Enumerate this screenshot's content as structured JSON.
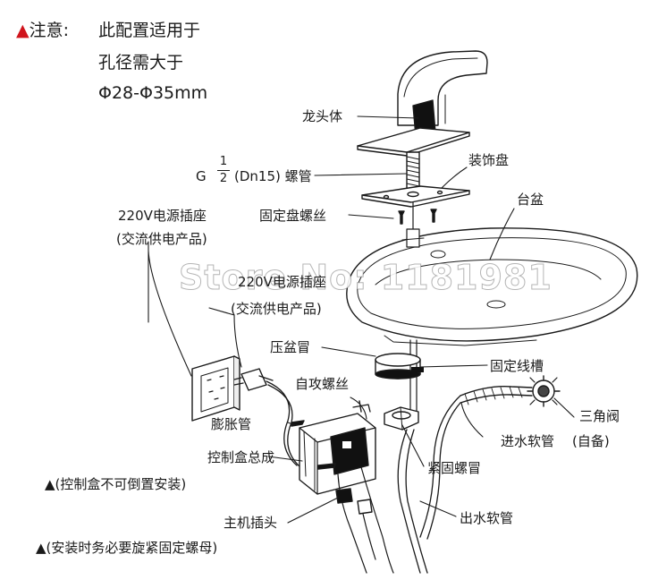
{
  "note": {
    "triangle": "▲",
    "label": "注意:",
    "line1": "此配置适用于",
    "line2": "孔径需大于",
    "line3": "Φ28-Φ35mm"
  },
  "labels": {
    "faucet_body": "龙头体",
    "thread_g": "G",
    "thread_num": "1",
    "thread_den": "2",
    "thread_rest": "(Dn15) 螺管",
    "decor_plate": "装饰盘",
    "basin": "台盆",
    "fix_plate_screw": "固定盘螺丝",
    "socket_220v": "220V电源插座",
    "ac_product": "(交流供电产品)",
    "socket_220v_2": "220V电源插座",
    "ac_product_2": "(交流供电产品)",
    "press_cap": "压盆冒",
    "fix_groove": "固定线槽",
    "tapping_screw": "自攻螺丝",
    "angle_valve": "三角阀",
    "expansion_tube": "膨胀管",
    "inlet_hose": "进水软管",
    "self_provided": "(自备)",
    "control_box": "控制盒总成",
    "control_box_note": "▲(控制盒不可倒置安装)",
    "tighten_nut": "紧固螺冒",
    "main_plug": "主机插头",
    "outlet_hose": "出水软管",
    "tighten_note": "▲(安装时务必要旋紧固定螺母)"
  },
  "watermark": "Store No: 1181981",
  "colors": {
    "accent": "#d0141c",
    "line": "#1a1a1a"
  }
}
